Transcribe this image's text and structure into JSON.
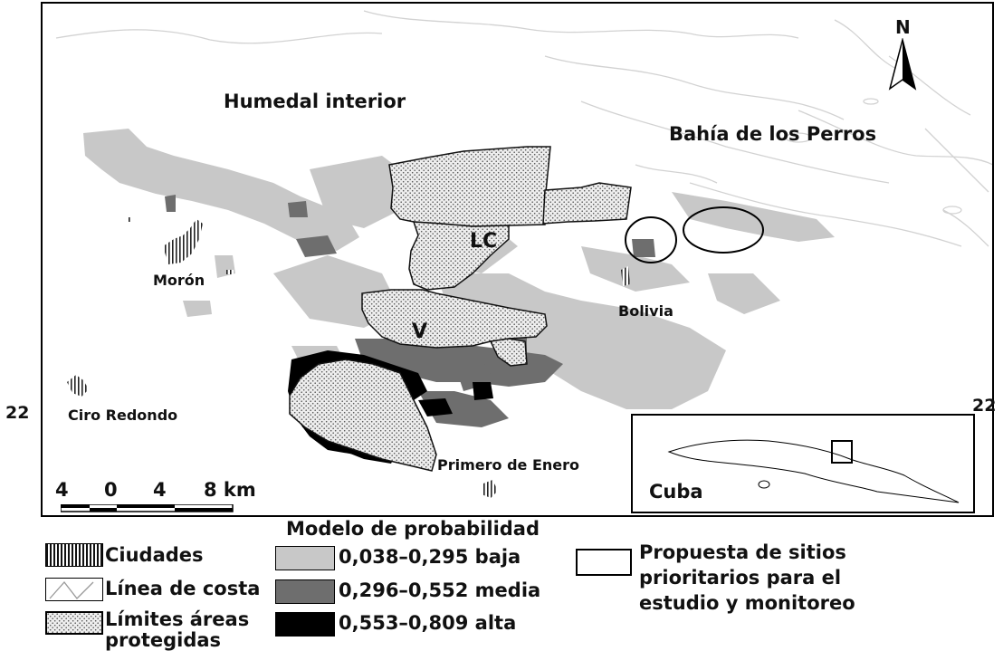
{
  "map": {
    "labels": {
      "humedal": "Humedal interior",
      "bahia": "Bahía de los Perros",
      "lc": "LC",
      "v": "V",
      "moron": "Morón",
      "bolivia": "Bolivia",
      "ciro": "Ciro Redondo",
      "primero": "Primero de Enero",
      "north": "N"
    },
    "latitude_left": "22",
    "latitude_right": "22",
    "scale_bar": {
      "ticks": [
        "4",
        "0",
        "4",
        "8 km"
      ]
    },
    "inset": {
      "label": "Cuba"
    }
  },
  "legend": {
    "model_title": "Modelo de probabilidad",
    "items_left": [
      {
        "label": "Ciudades",
        "symbol": "hatched-vertical"
      },
      {
        "label": "Línea de costa",
        "symbol": "zigzag-line"
      },
      {
        "label": "Límites áreas",
        "label2": "protegidas",
        "symbol": "stippled-outline"
      }
    ],
    "items_model": [
      {
        "label": "0,038–0,295 baja",
        "color": "#c8c8c8"
      },
      {
        "label": "0,296–0,552 media",
        "color": "#6e6e6e"
      },
      {
        "label": "0,553–0,809 alta",
        "color": "#000000"
      }
    ],
    "proposal": {
      "line1": "Propuesta de sitios",
      "line2": "prioritarios para el",
      "line3": "estudio y monitoreo"
    }
  }
}
